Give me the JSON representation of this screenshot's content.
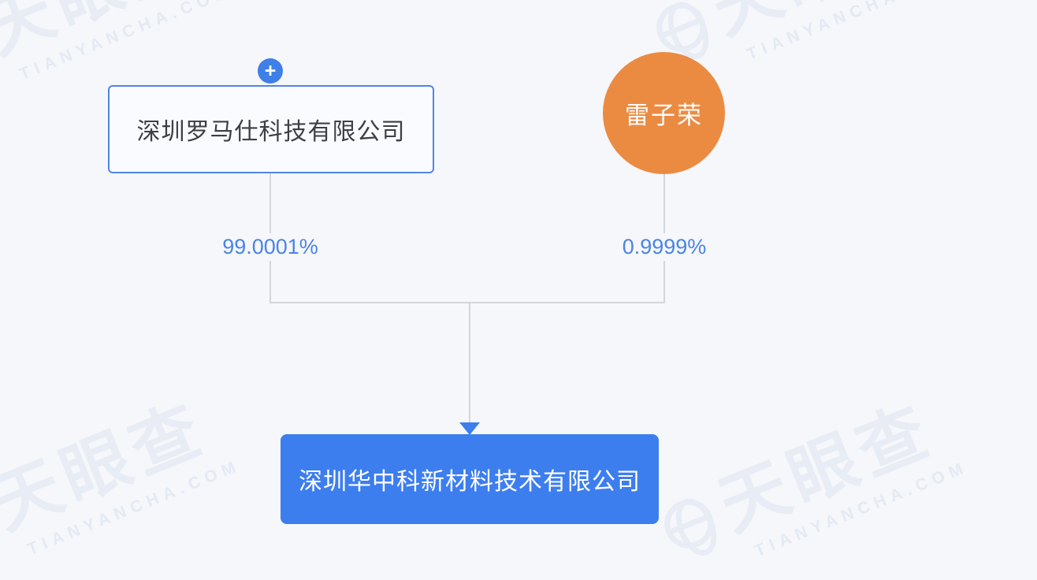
{
  "diagram": {
    "expand_button": "+",
    "parent_company": {
      "name": "深圳罗马仕科技有限公司",
      "share_percent": "99.0001%"
    },
    "person_shareholder": {
      "name": "雷子荣",
      "share_percent": "0.9999%"
    },
    "subsidiary_company": {
      "name": "深圳华中科新材料技术有限公司"
    }
  },
  "watermark": {
    "brand": "天眼查",
    "subtext": "TIANYANCHA.COM"
  },
  "colors": {
    "page_background": "#F5F7FA",
    "brand_blue": "#3E7FE8",
    "node_blue": "#3D7EEF",
    "node_border_blue": "#4E86E8",
    "person_orange": "#EB8B42",
    "percent_text_blue": "#4B84E6",
    "connector_gray": "#D3D6DB",
    "watermark_gray": "#E8ECF4"
  }
}
